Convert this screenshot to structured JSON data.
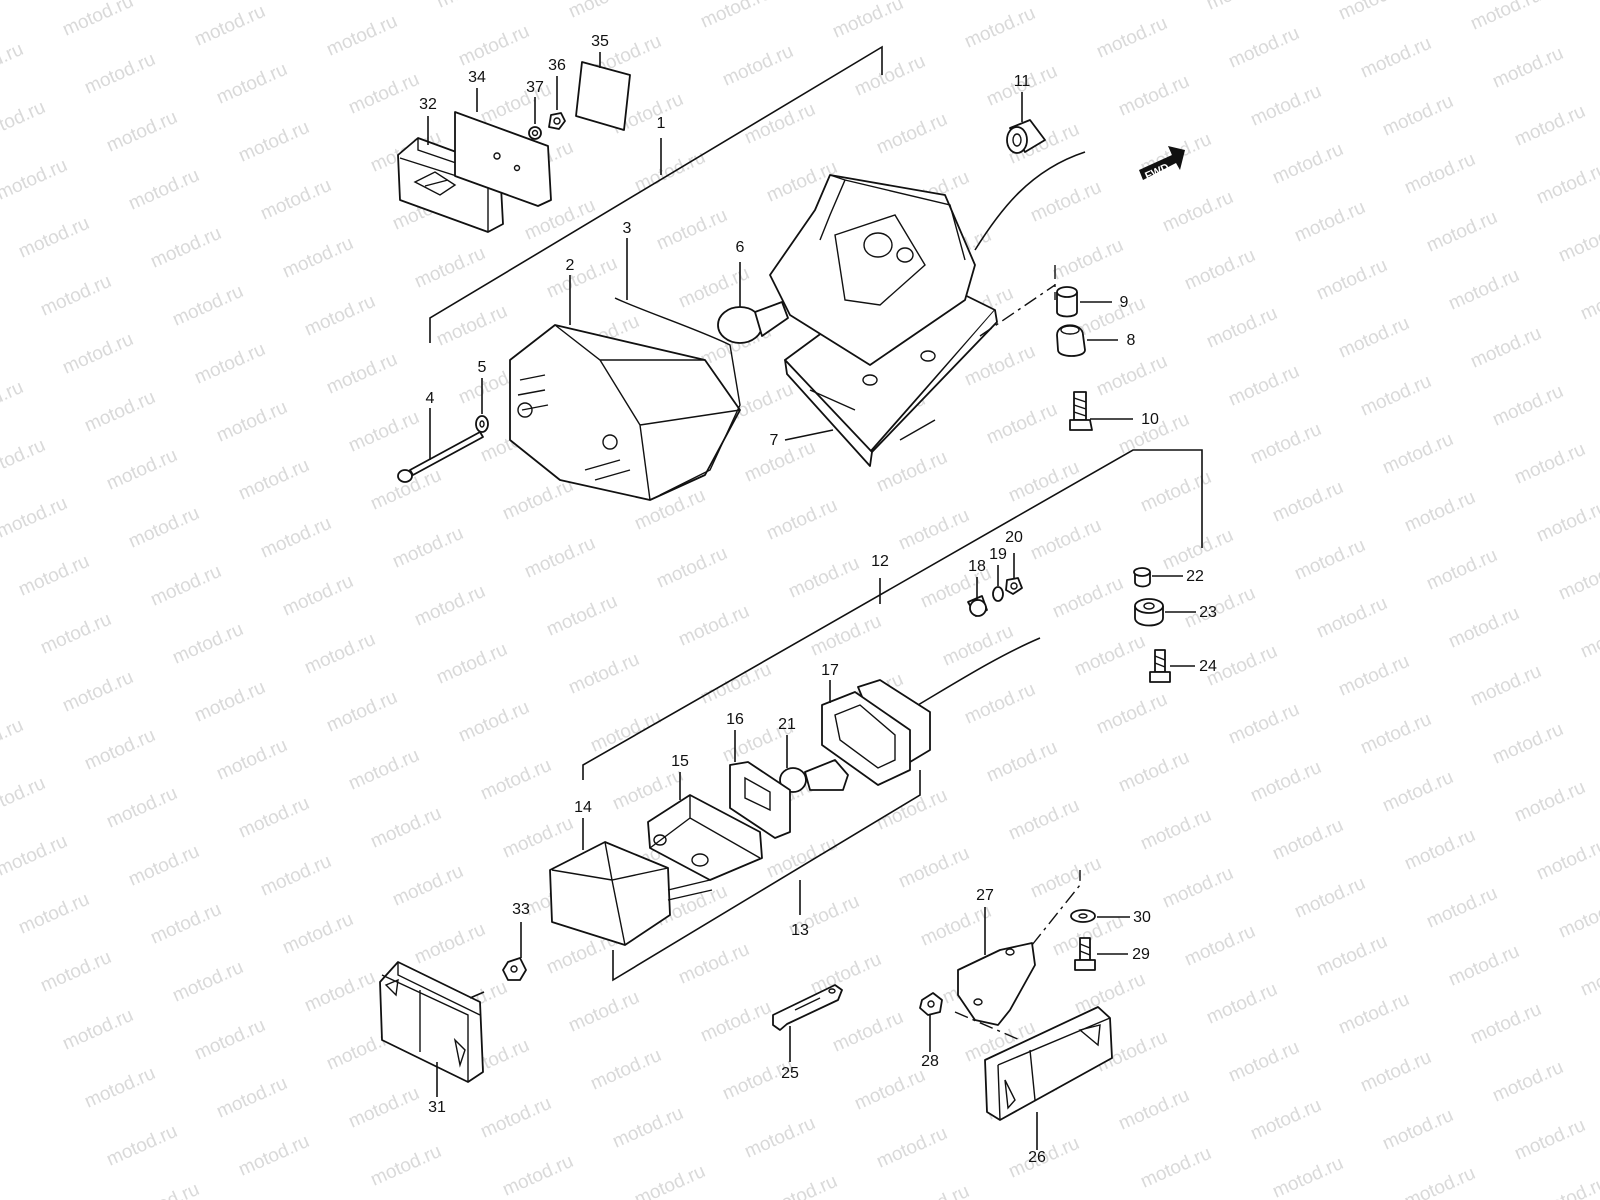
{
  "watermark": "motod.ru",
  "fwd_label": "FWD",
  "parts": [
    {
      "id": "1",
      "label": "1"
    },
    {
      "id": "2",
      "label": "2"
    },
    {
      "id": "3",
      "label": "3"
    },
    {
      "id": "4",
      "label": "4"
    },
    {
      "id": "5",
      "label": "5"
    },
    {
      "id": "6",
      "label": "6"
    },
    {
      "id": "7",
      "label": "7"
    },
    {
      "id": "8",
      "label": "8"
    },
    {
      "id": "9",
      "label": "9"
    },
    {
      "id": "10",
      "label": "10"
    },
    {
      "id": "11",
      "label": "11"
    },
    {
      "id": "12",
      "label": "12"
    },
    {
      "id": "13",
      "label": "13"
    },
    {
      "id": "14",
      "label": "14"
    },
    {
      "id": "15",
      "label": "15"
    },
    {
      "id": "16",
      "label": "16"
    },
    {
      "id": "17",
      "label": "17"
    },
    {
      "id": "18",
      "label": "18"
    },
    {
      "id": "19",
      "label": "19"
    },
    {
      "id": "20",
      "label": "20"
    },
    {
      "id": "21",
      "label": "21"
    },
    {
      "id": "22",
      "label": "22"
    },
    {
      "id": "23",
      "label": "23"
    },
    {
      "id": "24",
      "label": "24"
    },
    {
      "id": "25",
      "label": "25"
    },
    {
      "id": "26",
      "label": "26"
    },
    {
      "id": "27",
      "label": "27"
    },
    {
      "id": "28",
      "label": "28"
    },
    {
      "id": "29",
      "label": "29"
    },
    {
      "id": "30",
      "label": "30"
    },
    {
      "id": "31",
      "label": "31"
    },
    {
      "id": "32",
      "label": "32"
    },
    {
      "id": "33",
      "label": "33"
    },
    {
      "id": "34",
      "label": "34"
    },
    {
      "id": "35",
      "label": "35"
    },
    {
      "id": "36",
      "label": "36"
    },
    {
      "id": "37",
      "label": "37"
    }
  ]
}
